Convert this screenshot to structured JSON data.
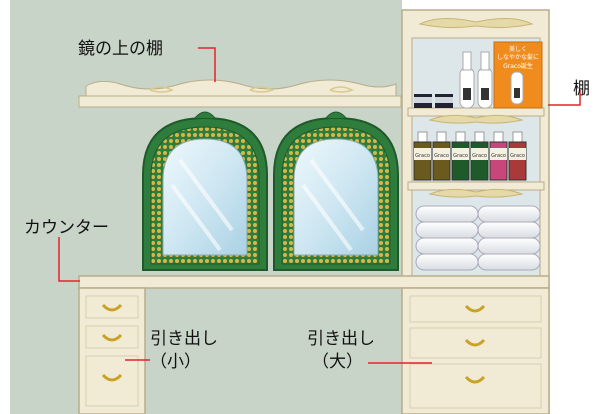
{
  "labels": {
    "shelf_above_mirror": "鏡の上の棚",
    "shelf": "棚",
    "counter": "カウンター",
    "drawer_small_line1": "引き出し",
    "drawer_small_line2": "（小）",
    "drawer_large_line1": "引き出し",
    "drawer_large_line2": "（大）"
  },
  "product_box": {
    "line1": "美しく",
    "line2": "しなやかな髪に",
    "line3": "Graco誕生"
  },
  "bottle_brand": "Graco",
  "colors": {
    "wall": "#c9d4c8",
    "furniture": "#f1ebd6",
    "furniture_line": "#b9ad8a",
    "mirror_frame": "#2f7d3d",
    "mirror_glass": "#cfe7f2",
    "pointer_line": "#e3232c",
    "handle": "#c9a227",
    "box_orange": "#f08c1e"
  }
}
